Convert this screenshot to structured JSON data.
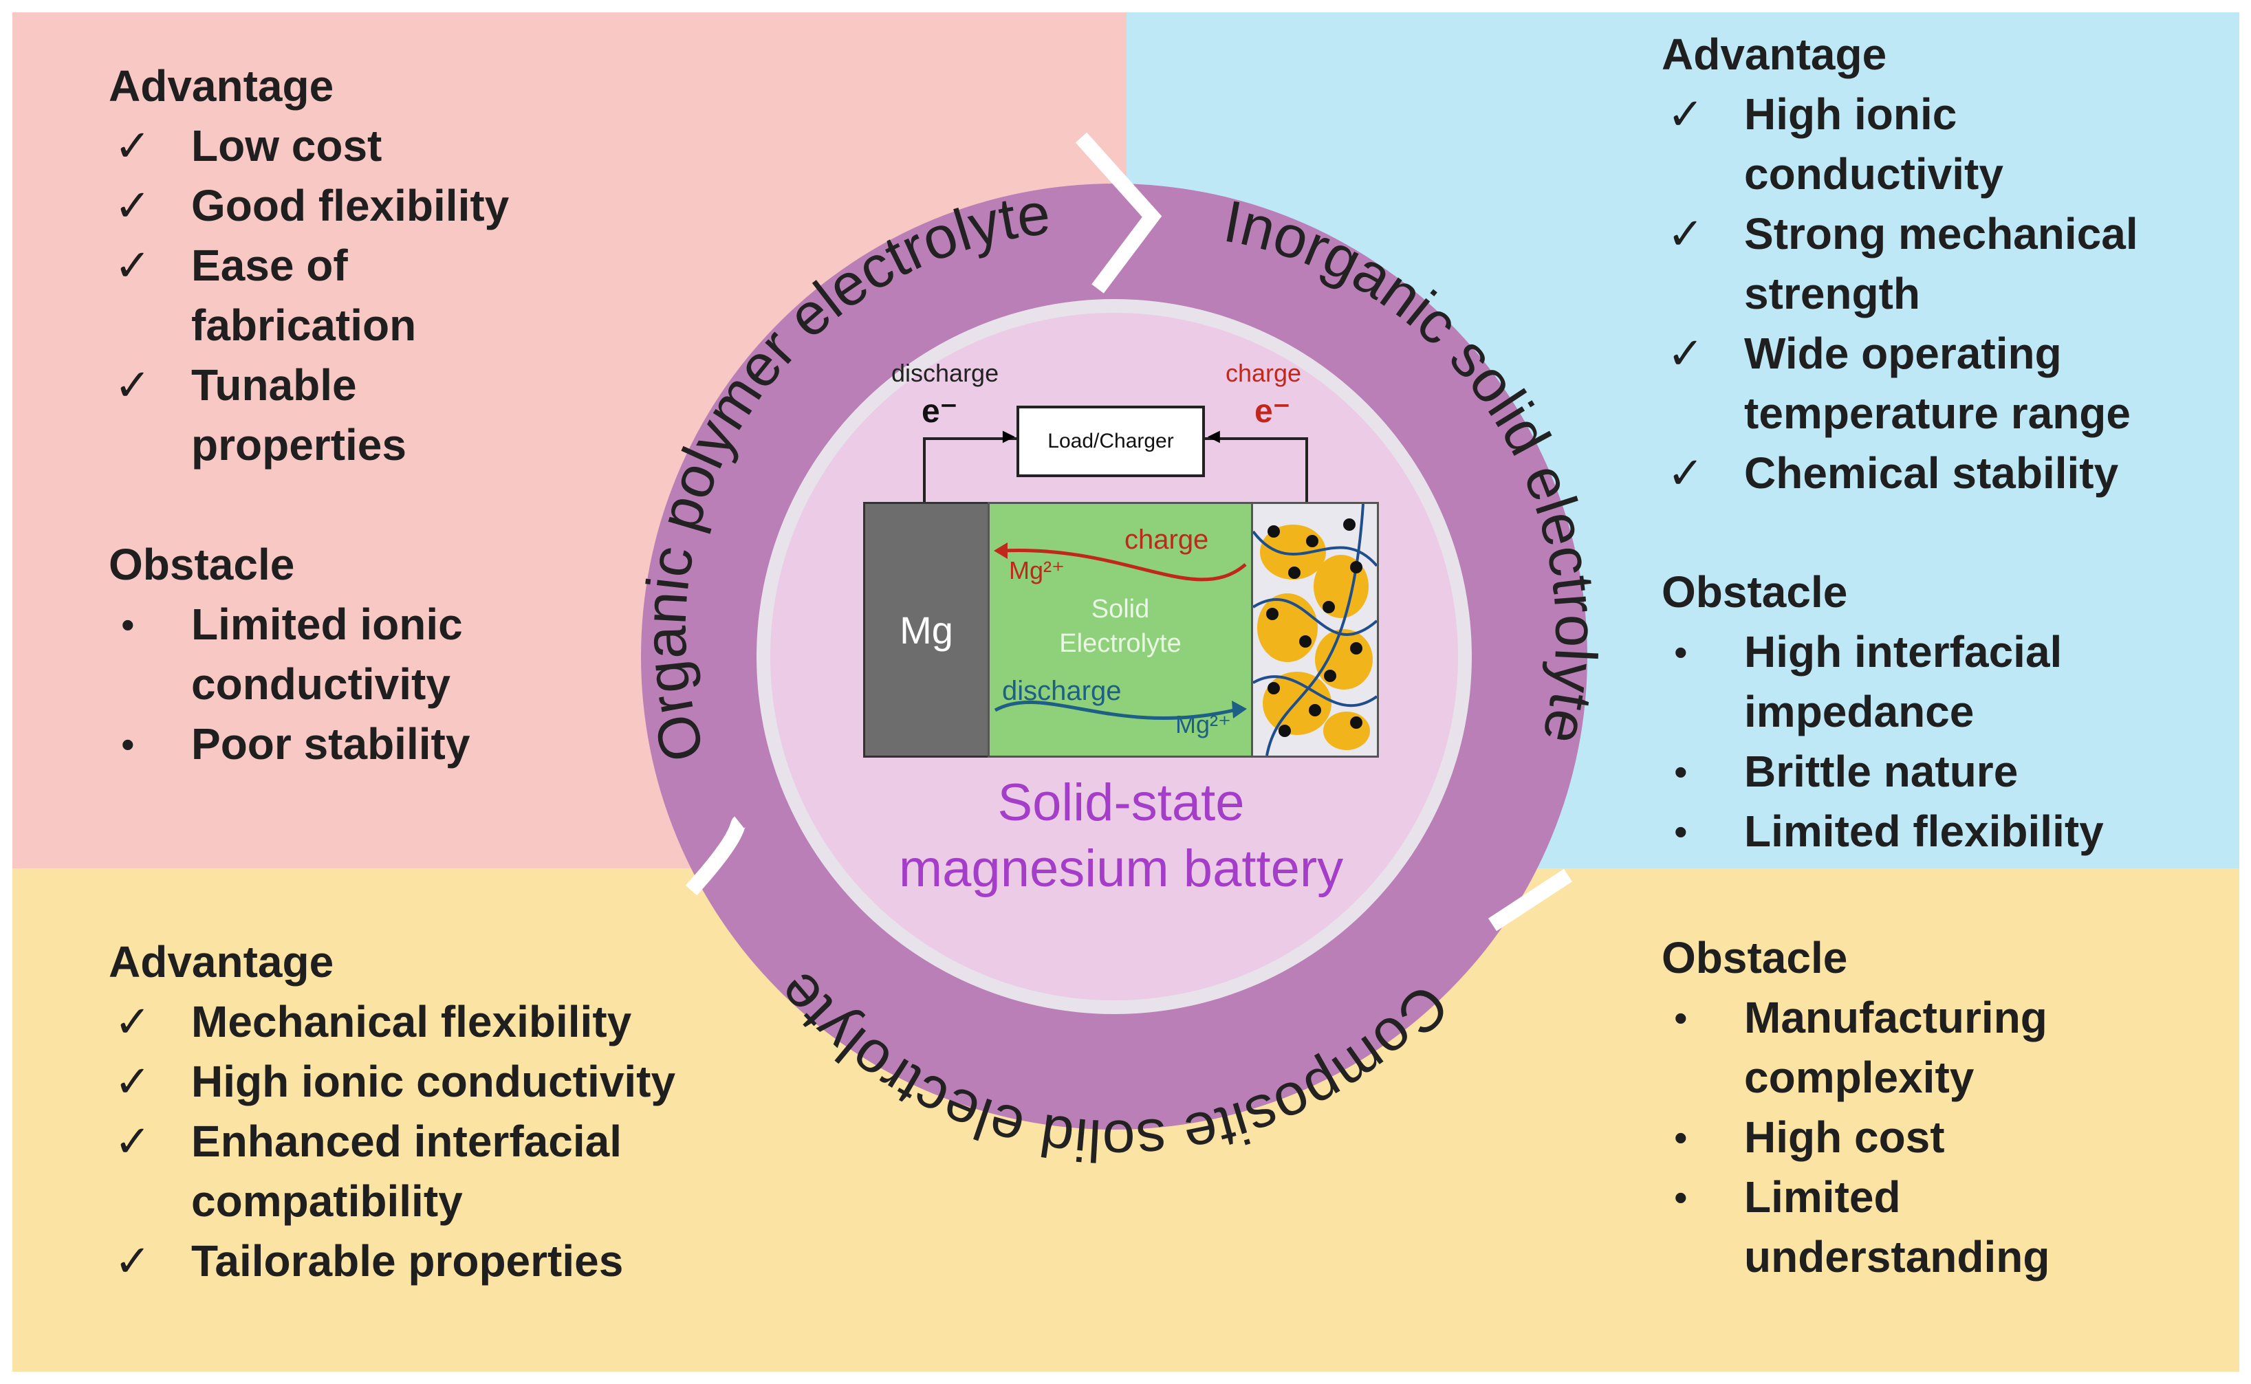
{
  "panels": {
    "top_left": {
      "advantage_title": "Advantage",
      "advantages": [
        "Low cost",
        "Good flexibility",
        "Ease of fabrication",
        "Tunable properties"
      ],
      "obstacle_title": "Obstacle",
      "obstacles": [
        "Limited ionic conductivity",
        "Poor stability"
      ]
    },
    "top_right": {
      "advantage_title": "Advantage",
      "advantages": [
        "High ionic conductivity",
        "Strong mechanical strength",
        "Wide operating temperature range",
        "Chemical stability"
      ],
      "obstacle_title": "Obstacle",
      "obstacles": [
        "High interfacial impedance",
        "Brittle nature",
        "Limited flexibility"
      ]
    },
    "bottom_left": {
      "advantage_title": "Advantage",
      "advantages": [
        "Mechanical flexibility",
        "High ionic conductivity",
        "Enhanced interfacial compatibility",
        "Tailorable properties"
      ]
    },
    "bottom_right": {
      "obstacle_title": "Obstacle",
      "obstacles": [
        "Manufacturing complexity",
        "High cost",
        "Limited understanding"
      ]
    }
  },
  "ring": {
    "segments": [
      "Organic polymer electrolyte",
      "Inorganic solid electrolyte",
      "Composite solid electrolyte"
    ]
  },
  "battery": {
    "load_label": "Load/Charger",
    "discharge_label": "discharge",
    "charge_label": "charge",
    "electron": "e⁻",
    "anode": "Mg",
    "electrolyte_line1": "Solid",
    "electrolyte_line2": "Electrolyte",
    "ion": "Mg²⁺",
    "flow_charge": "charge",
    "flow_discharge": "discharge"
  },
  "caption": {
    "line1": "Solid-state",
    "line2": "magnesium battery"
  },
  "colors": {
    "ring_outer": "#b97fb6",
    "ring_inner": "#dcb3d6",
    "center_fill": "#ebcbe6",
    "caption": "#a43ec9",
    "charge": "#c0271d",
    "discharge": "#1e5f86"
  },
  "icons": {
    "advantage_marker": "check-mark-icon",
    "obstacle_marker": "bullet-icon"
  }
}
